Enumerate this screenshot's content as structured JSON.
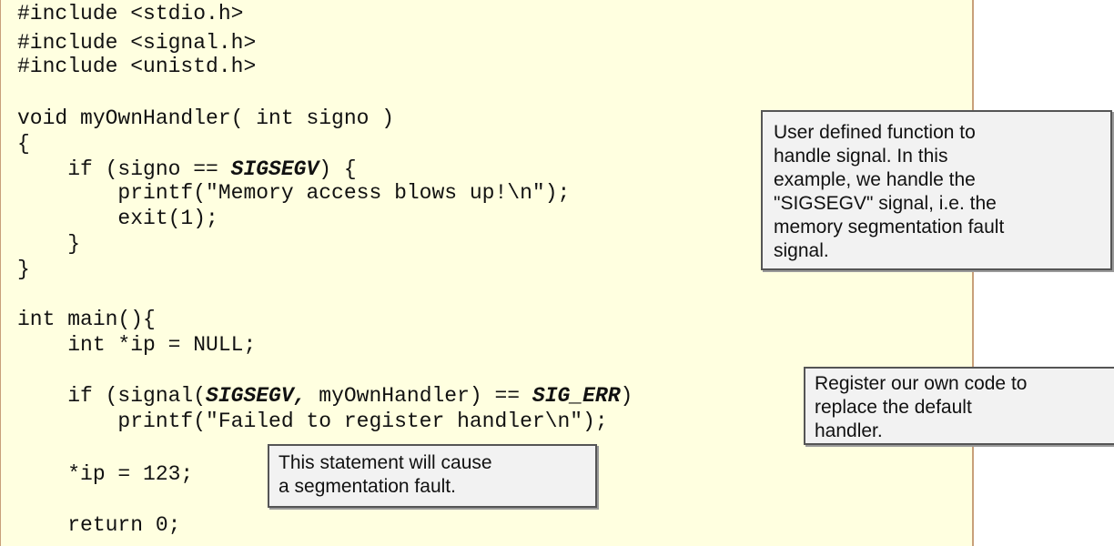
{
  "code": {
    "lines": [
      {
        "text": "#include <stdio.h>"
      },
      {
        "text": "#include <signal.h>"
      },
      {
        "text": "#include <unistd.h>"
      },
      {
        "text": ""
      },
      {
        "text": "void myOwnHandler( int signo )"
      },
      {
        "text": "{"
      },
      {
        "pre": "    if (signo == ",
        "bold": "SIGSEGV",
        "post": ") {"
      },
      {
        "text": "        printf(\"Memory access blows up!\\n\");"
      },
      {
        "text": "        exit(1);"
      },
      {
        "text": "    }"
      },
      {
        "text": "}"
      },
      {
        "text": ""
      },
      {
        "text": "int main(){"
      },
      {
        "text": "    int *ip = NULL;"
      },
      {
        "text": ""
      },
      {
        "pre": "    if (signal(",
        "bold": "SIGSEGV,",
        "mid": " myOwnHandler) == ",
        "bold2": "SIG_ERR",
        "post": ")"
      },
      {
        "text": "        printf(\"Failed to register handler\\n\");"
      },
      {
        "text": ""
      },
      {
        "text": "    *ip = 123;"
      },
      {
        "text": ""
      },
      {
        "text": "    return 0;"
      }
    ]
  },
  "callouts": {
    "handler_note": {
      "lines": [
        "User defined function to",
        "handle signal. In this",
        "example, we handle the",
        "\"SIGSEGV\" signal, i.e. the",
        "memory segmentation fault",
        "signal."
      ]
    },
    "register_note": {
      "lines": [
        "Register our own code to",
        "replace the default",
        "handler."
      ]
    },
    "segfault_note": {
      "lines": [
        "This statement will cause",
        "a segmentation fault."
      ]
    }
  },
  "colors": {
    "code_background": "#ffffe0",
    "callout_background": "#f2f2f2",
    "callout_border": "#555555",
    "panel_border": "#c8a07a"
  }
}
